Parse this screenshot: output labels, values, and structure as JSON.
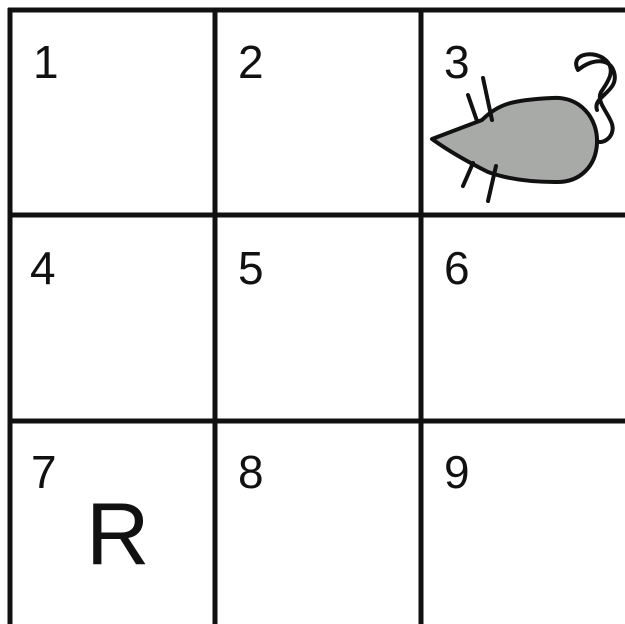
{
  "grid": {
    "rows": 3,
    "cols": 3,
    "line_color": "#111111",
    "background": "#ffffff",
    "cells": [
      {
        "label": "1"
      },
      {
        "label": "2"
      },
      {
        "label": "3"
      },
      {
        "label": "4"
      },
      {
        "label": "5"
      },
      {
        "label": "6"
      },
      {
        "label": "7"
      },
      {
        "label": "8"
      },
      {
        "label": "9"
      }
    ]
  },
  "reward_marker": {
    "label": "R",
    "cell": "7"
  },
  "mouse": {
    "cell": "3",
    "body_color": "#a8aaa8",
    "outline_color": "#111111"
  }
}
